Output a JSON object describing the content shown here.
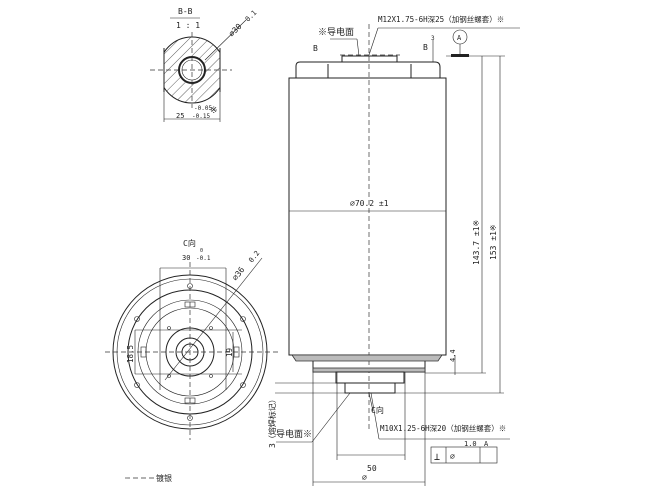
{
  "section": {
    "title": "B-B",
    "scale": "1 : 1",
    "dia": "⌀30",
    "dia_tol": "0.1",
    "width": "25",
    "width_tol_up": "-0.05",
    "width_tol_low": "-0.15",
    "mark": "※"
  },
  "main": {
    "conductive_top": "※导电面",
    "top_thread": "M12X1.75-6H深25（加钢丝螺套）※",
    "datum": "A",
    "label_b_left": "B",
    "label_b_right": "B",
    "dim_3": "3",
    "body_dia": "⌀70.2 ±1",
    "h1": "143.7 ±1※",
    "h2": "153 ±1※",
    "dim_44": "4.4",
    "c_dir": "C向",
    "bottom_thread": "M10X1.25-6H深20（加钢丝螺套）※",
    "tol_sym": "⊥",
    "tol_dia": "⌀",
    "tol_val": "1.0",
    "tol_datum": "A",
    "dim_50": "50",
    "bottom_dia": "⌀",
    "weld": "3（熔焊标记）",
    "conductive_bottom": "导电面※"
  },
  "cview": {
    "title": "C向",
    "w_up": "0",
    "w": "30",
    "w_low": "-0.1",
    "dia": "⌀36",
    "dia_tol": "0.2",
    "d1": "18.5",
    "d2": "19"
  },
  "legend": {
    "label": "镀银"
  }
}
